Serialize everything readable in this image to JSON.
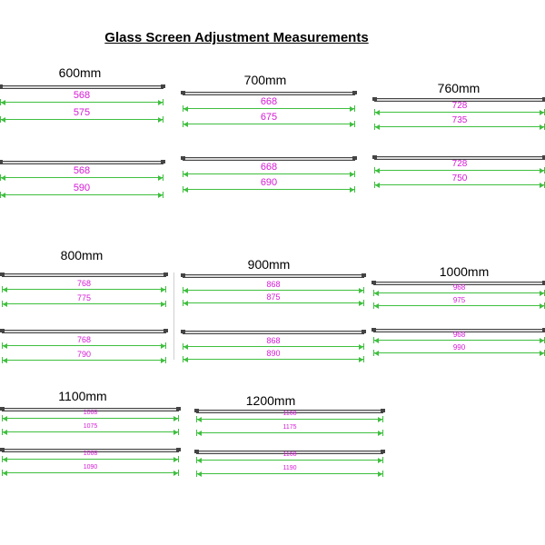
{
  "title": "Glass Screen Adjustment Measurements",
  "colors": {
    "bar": "#444444",
    "dimension_line": "#3fbf3f",
    "dimension_text": "#d61ad6"
  },
  "groups": [
    {
      "label": "600mm",
      "rows": [
        {
          "inner": "568",
          "outer": "575"
        },
        {
          "inner": "568",
          "outer": "590"
        }
      ]
    },
    {
      "label": "700mm",
      "rows": [
        {
          "inner": "668",
          "outer": "675"
        },
        {
          "inner": "668",
          "outer": "690"
        }
      ]
    },
    {
      "label": "760mm",
      "rows": [
        {
          "inner": "728",
          "outer": "735"
        },
        {
          "inner": "728",
          "outer": "750"
        }
      ]
    },
    {
      "label": "800mm",
      "rows": [
        {
          "inner": "768",
          "outer": "775"
        },
        {
          "inner": "768",
          "outer": "790"
        }
      ]
    },
    {
      "label": "900mm",
      "rows": [
        {
          "inner": "868",
          "outer": "875"
        },
        {
          "inner": "868",
          "outer": "890"
        }
      ]
    },
    {
      "label": "1000mm",
      "rows": [
        {
          "inner": "968",
          "outer": "975"
        },
        {
          "inner": "968",
          "outer": "990"
        }
      ]
    },
    {
      "label": "1100mm",
      "rows": [
        {
          "inner": "1068",
          "outer": "1075"
        },
        {
          "inner": "1068",
          "outer": "1090"
        }
      ]
    },
    {
      "label": "1200mm",
      "rows": [
        {
          "inner": "1168",
          "outer": "1175"
        },
        {
          "inner": "1168",
          "outer": "1190"
        }
      ]
    }
  ]
}
